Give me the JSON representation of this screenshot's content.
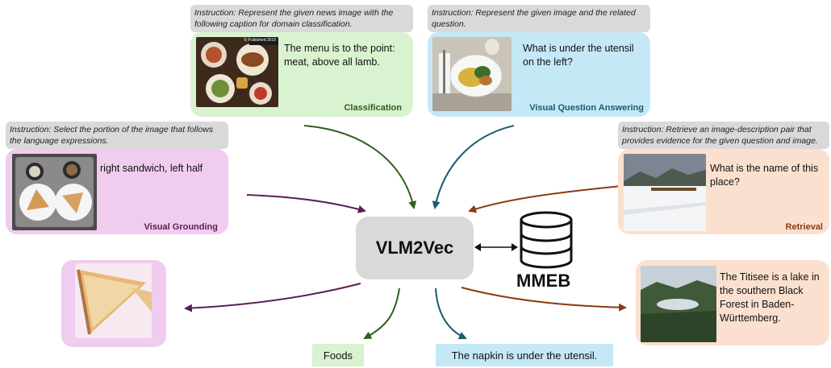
{
  "model_label": "VLM2Vec",
  "benchmark_label": "MMEB",
  "colors": {
    "classification": "#d9f2d0",
    "vqa": "#c5e8f7",
    "grounding": "#f0ccee",
    "retrieval": "#fbe0d0",
    "instruction_bg": "#d9d9d9",
    "arrow_green": "#2f5e1e",
    "arrow_teal": "#1b5a6e",
    "arrow_purple": "#5a1e55",
    "arrow_brown": "#8b3a10"
  },
  "tasks": {
    "classification": {
      "instruction": "Instruction: Represent the given news image with the following caption for domain classification.",
      "query": "The menu is to the point: meat, above all lamb.",
      "image_caption": "© Published 2019",
      "label": "Classification",
      "output": "Foods"
    },
    "vqa": {
      "instruction": "Instruction: Represent the given image and the related question.",
      "query": "What is under the utensil on the left?",
      "label": "Visual Question Answering",
      "output": "The napkin is under the utensil."
    },
    "grounding": {
      "instruction": "Instruction: Select the portion of the image that follows the language expressions.",
      "query": "right sandwich, left half",
      "label": "Visual Grounding"
    },
    "retrieval": {
      "instruction": "Instruction: Retrieve an image-description pair that provides evidence for the given question and image.",
      "query": "What is the name of this place?",
      "label": "Retrieval",
      "output": "The Titisee is a lake in the southern Black Forest in Baden-Württemberg."
    }
  },
  "icons": {
    "database": "database-icon",
    "bidirectional": "double-arrow-icon"
  }
}
